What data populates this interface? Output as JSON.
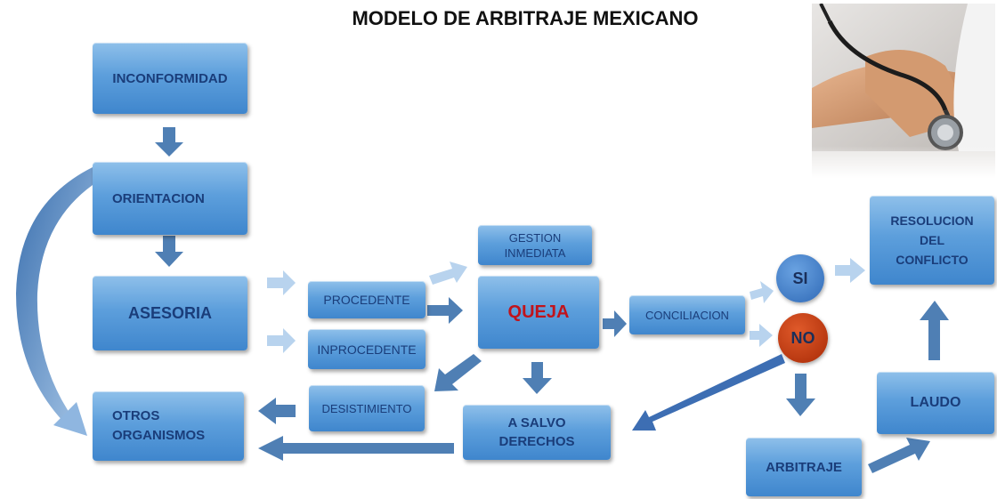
{
  "title": "MODELO DE ARBITRAJE MEXICANO",
  "nodes": {
    "inconformidad": "INCONFORMIDAD",
    "orientacion": "ORIENTACION",
    "asesoria": "ASESORIA",
    "procedente": "PROCEDENTE",
    "inprocedente": "INPROCEDENTE",
    "gestion_inmediata": [
      "GESTION",
      "INMEDIATA"
    ],
    "queja": "QUEJA",
    "desistimiento": "DESISTIMIENTO",
    "otros_organismos": [
      "OTROS",
      "ORGANISMOS"
    ],
    "a_salvo_derechos": [
      "A SALVO",
      "DERECHOS"
    ],
    "conciliacion": "CONCILIACION",
    "si": "SI",
    "no": "NO",
    "arbitraje": "ARBITRAJE",
    "laudo": "LAUDO",
    "resolucion": [
      "RESOLUCION",
      "DEL",
      "CONFLICTO"
    ]
  },
  "colors": {
    "box_text": "#1a3d7a",
    "queja_text": "#c0141c",
    "si_fill": "#3a78c8",
    "no_fill": "#c0380c",
    "arrow_dark": "#4f7fb4",
    "arrow_light": "#b8d3ee"
  },
  "photo": {
    "icon": "handshake-stethoscope-photo"
  }
}
